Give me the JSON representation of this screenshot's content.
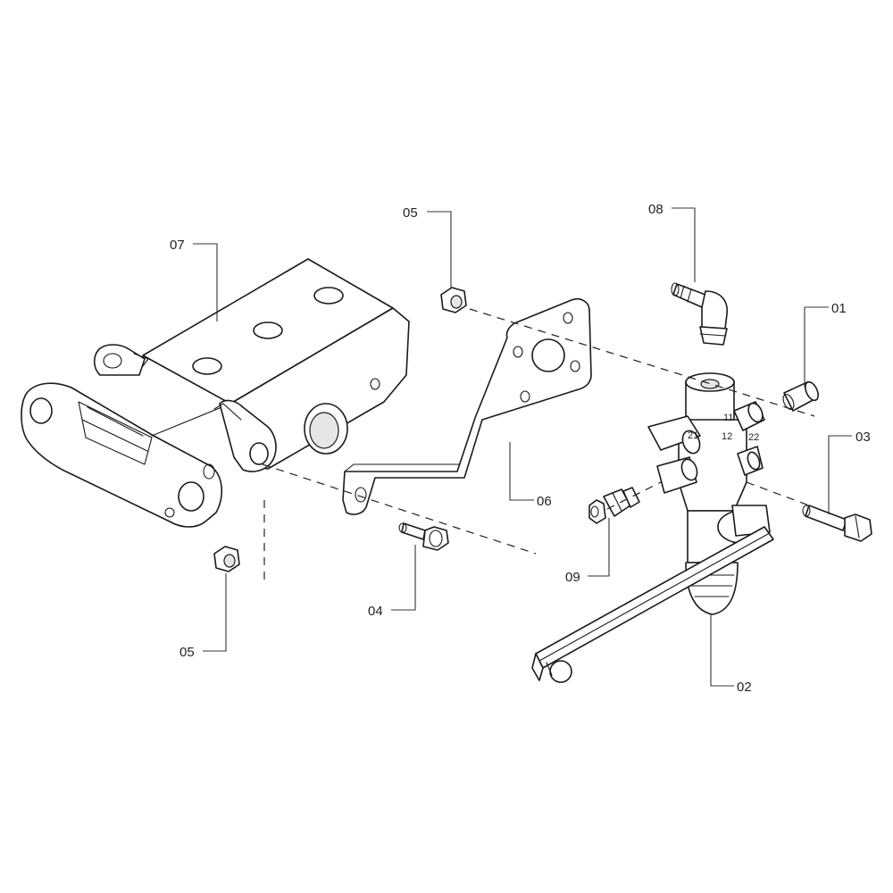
{
  "callouts": {
    "p01": "01",
    "p02": "02",
    "p03": "03",
    "p04": "04",
    "p05_top": "05",
    "p05_bottom": "05",
    "p06": "06",
    "p07": "07",
    "p08": "08",
    "p09": "09"
  },
  "valve_port_labels": {
    "port_11": "11",
    "port_12": "12",
    "port_21": "21",
    "port_22": "22"
  },
  "colors": {
    "line": "#1a1a1a",
    "background": "#ffffff"
  }
}
